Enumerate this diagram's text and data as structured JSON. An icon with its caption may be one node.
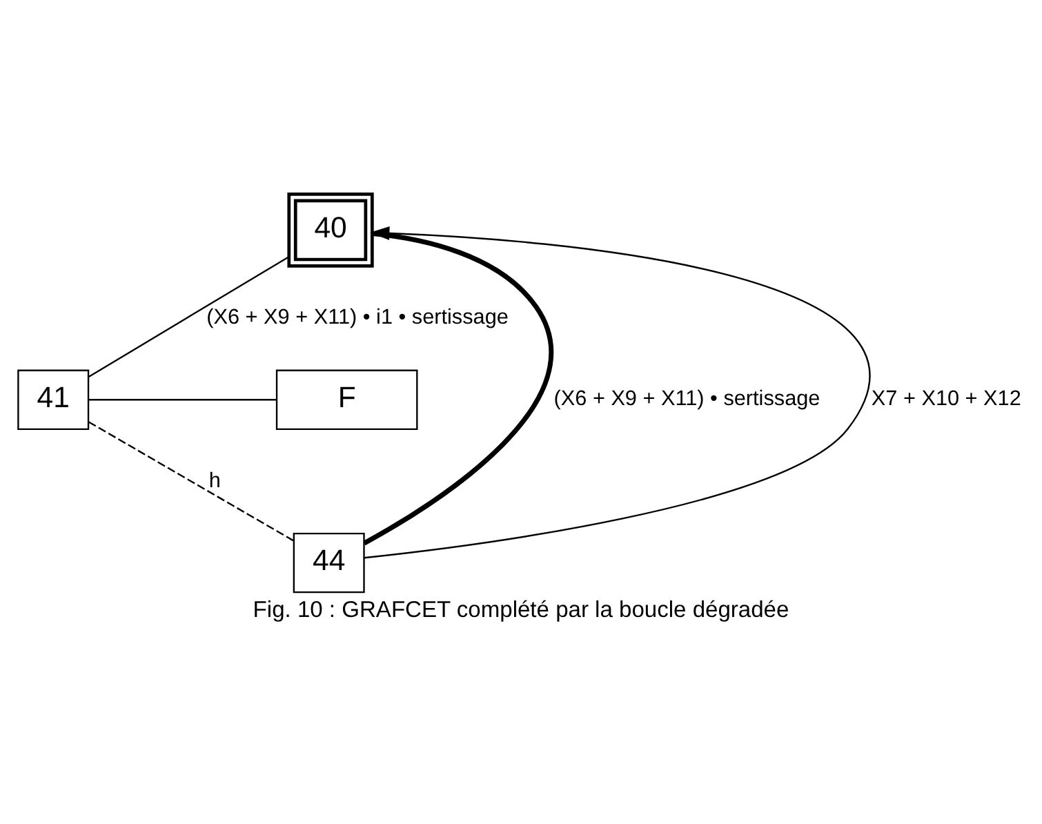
{
  "diagram": {
    "caption": "Fig. 10 : GRAFCET complété par la boucle dégradée",
    "nodes": [
      {
        "text": [
          "40"
        ]
      },
      {
        "text": [
          "41"
        ]
      },
      {
        "text": [
          "F"
        ]
      },
      {
        "text": [
          "44"
        ]
      }
    ],
    "edges": [
      {
        "from": 0,
        "to": 1,
        "arrow": "none",
        "label": "(X6 + X9 + X11) • i1 • sertissage"
      },
      {
        "from": 1,
        "to": 2,
        "arrow": "none"
      },
      {
        "from": 1,
        "to": 3,
        "arrow": "none",
        "label": "h",
        "style": "dashed"
      },
      {
        "from": 0,
        "to": 3,
        "arrow": "none",
        "label": "(X6 + X9 + X11) • sertissage",
        "style": "thick"
      },
      {
        "from": 3,
        "to": 0,
        "arrow": "to",
        "label": "X7 + X10 + X12"
      }
    ]
  }
}
